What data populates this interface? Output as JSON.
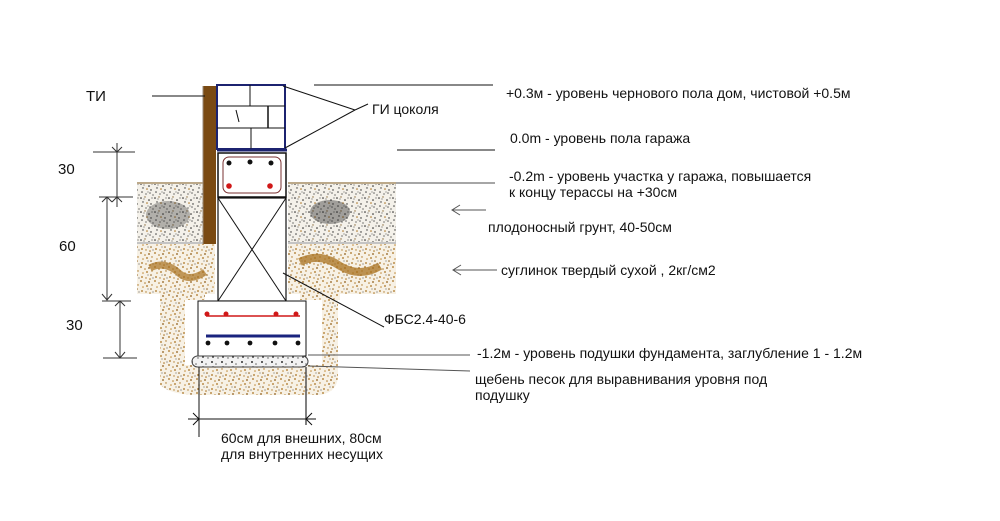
{
  "diagram": {
    "title": "Foundation cross-section (strip foundation with FBS block)",
    "labels": {
      "ti": "ТИ",
      "gi_plinth": "ГИ цоколя",
      "level_house_floor": "+0.3м - уровень чернового пола дом, чистовой +0.5м",
      "level_garage_floor": "0.0m - уровень пола гаража",
      "level_site_line1": "-0.2m - уровень участка у гаража, повышается",
      "level_site_line2": "к концу терассы на +30см",
      "topsoil": "плодоносный грунт, 40-50см",
      "loam": "суглинок твердый сухой",
      "loam_capacity": ", 2кг/см2",
      "fbs_block": "ФБС2.4-40-6",
      "level_cushion": "-1.2м - уровень подушки фундамента, заглубление 1 - 1.2м",
      "gravel_line1": "щебень песок для выравнивания уровня под",
      "gravel_line2": "подушку",
      "width_line1": "60см для внешних, 80см",
      "width_line2": "для внутренних несущих"
    },
    "dimensions": {
      "dim_top": "30",
      "dim_middle": "60",
      "dim_bottom": "30"
    },
    "colors": {
      "insulation_brown": "#7a4a12",
      "soil_brown": "#a8701e",
      "soil_dark": "#222222",
      "rebar_red": "#d01818",
      "rebar_blue": "#1a237e",
      "outline_navy": "#1c2370",
      "line": "#111111",
      "ground_line": "#bca98a"
    }
  }
}
